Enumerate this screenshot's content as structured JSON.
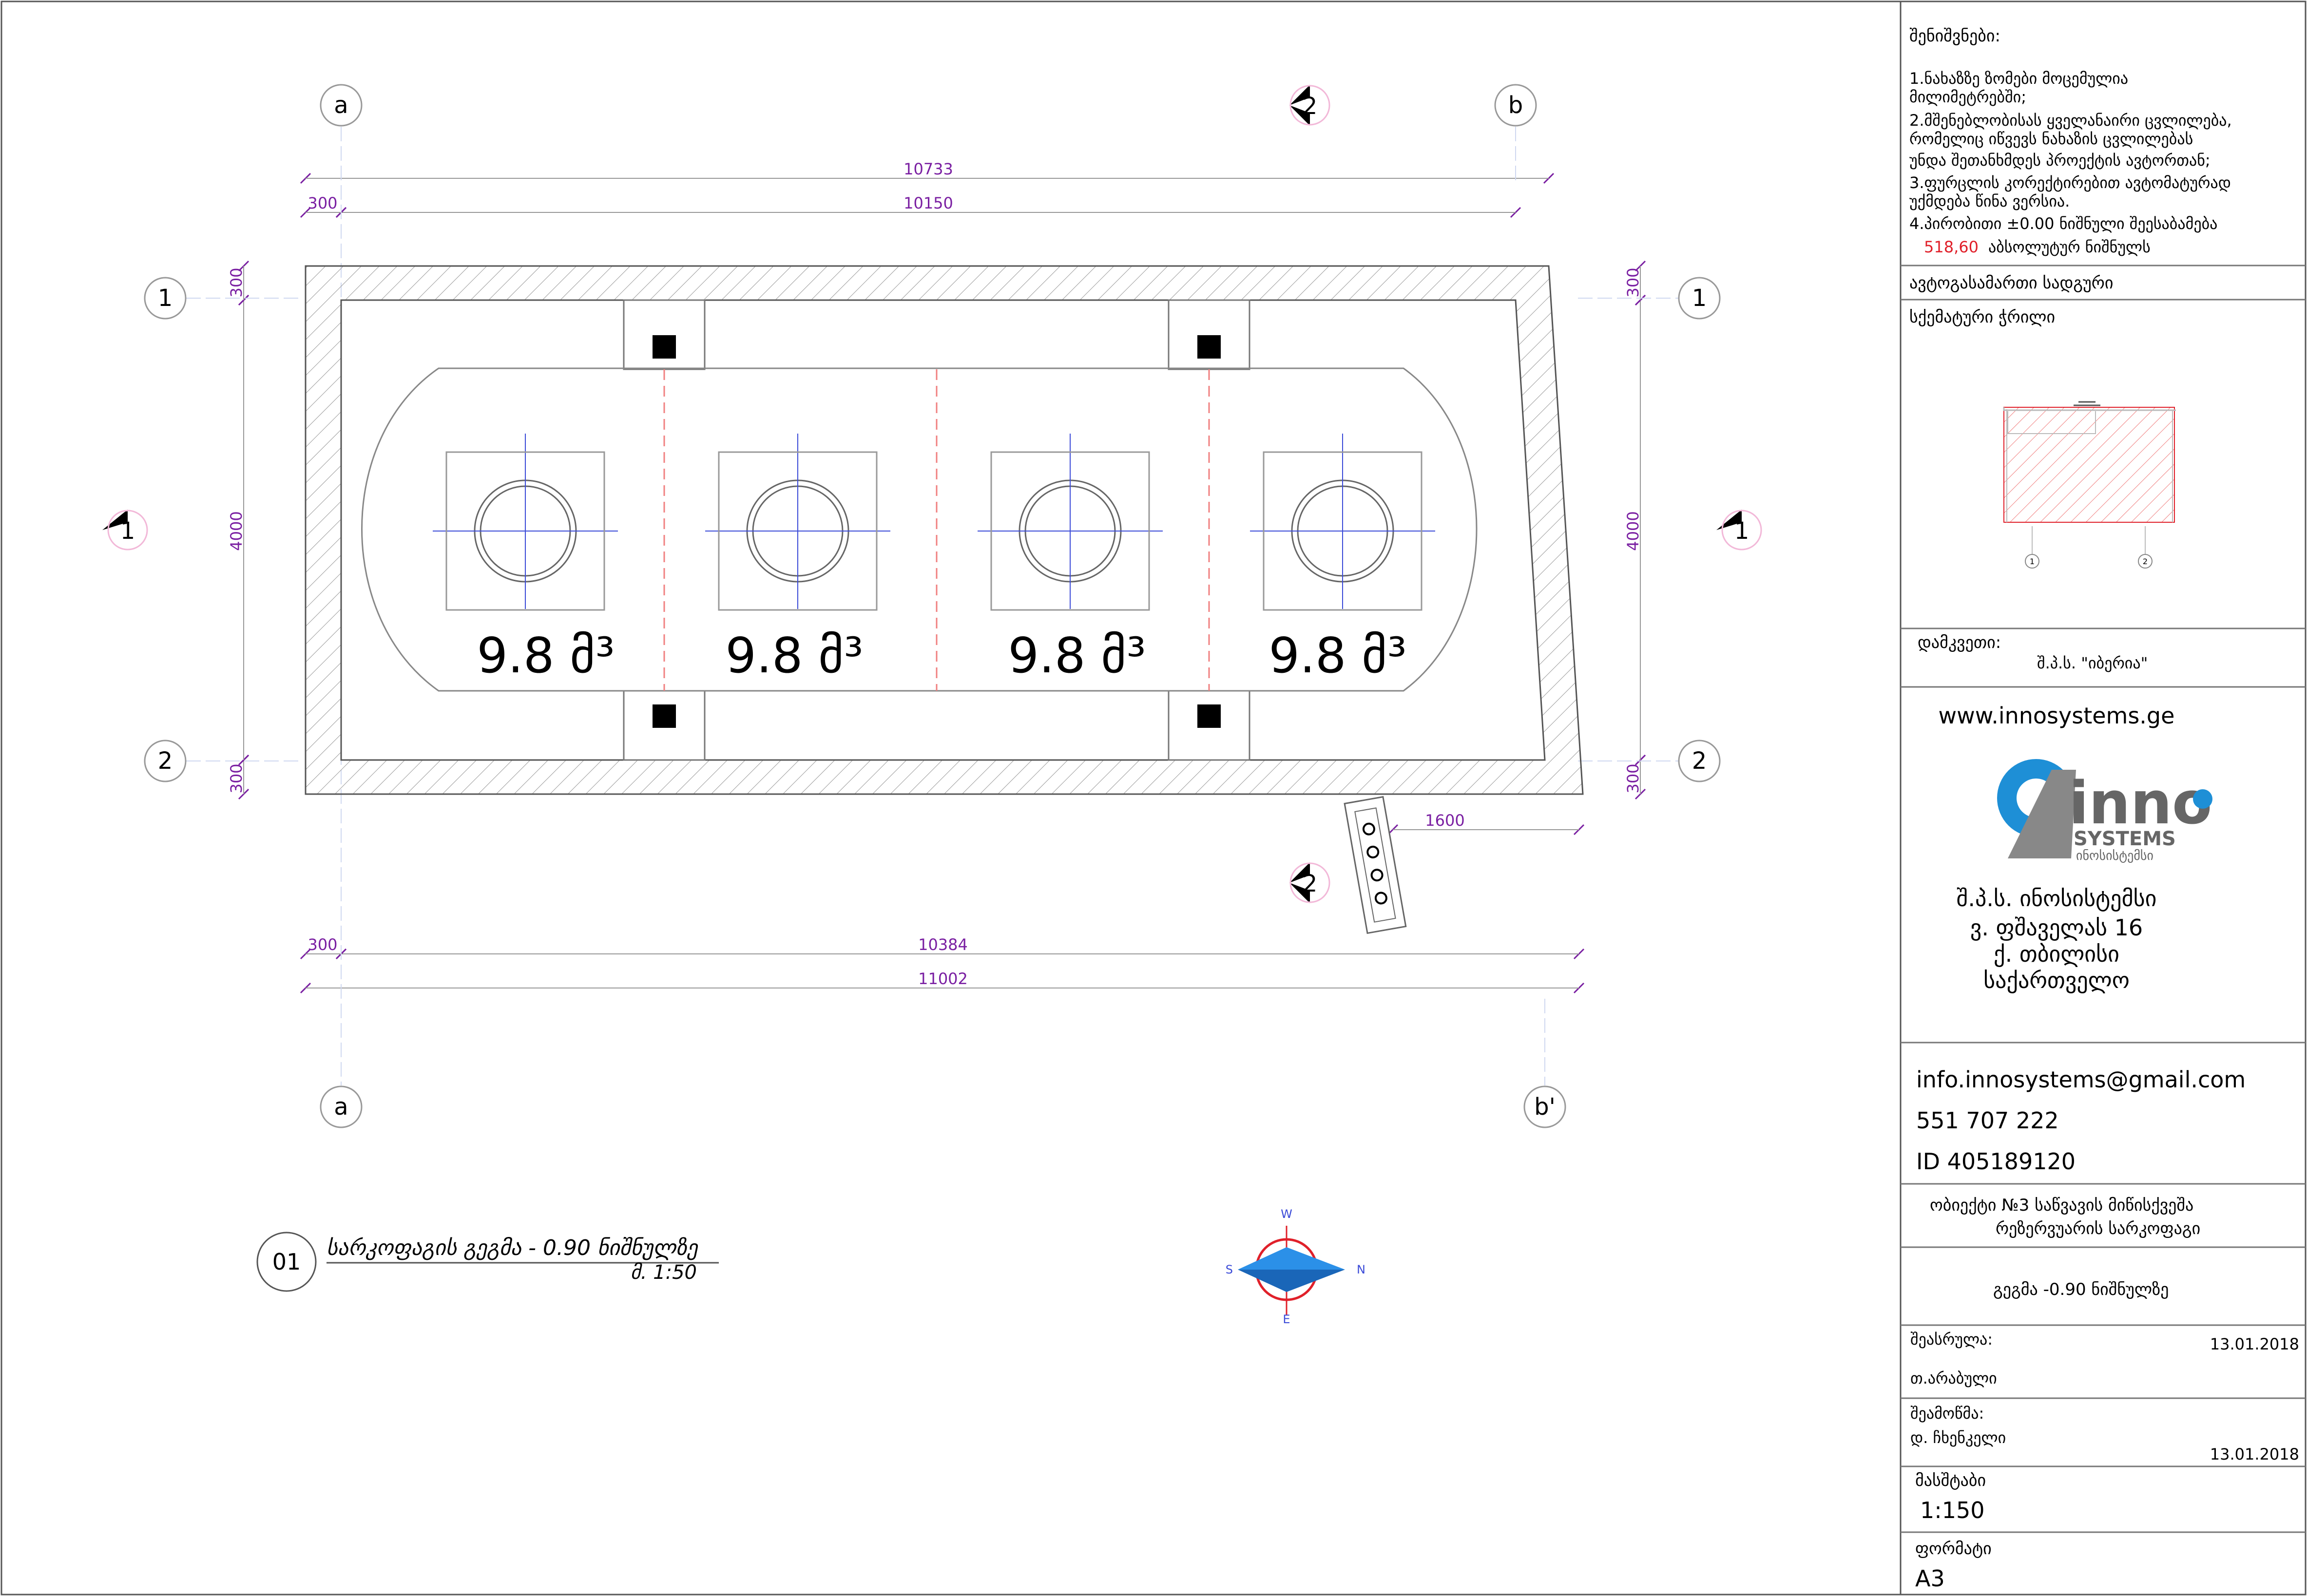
{
  "plan": {
    "title": "სარკოფაგის გეგმა - 0.90 ნიშნულზე",
    "scale": "მ. 1:50",
    "number": "01",
    "axis_letters": {
      "top_left": "a",
      "top_right": "b",
      "bottom_left": "a",
      "bottom_right": "b'"
    },
    "axis_numbers": {
      "row1": "1",
      "row2": "2"
    },
    "section_marks": {
      "s1": "1",
      "s2": "2"
    },
    "dims": {
      "top_total": "10733",
      "top_wall": "300",
      "top_inner": "10150",
      "bottom_wall": "300",
      "bottom_inner": "10384",
      "bottom_total": "11002",
      "left_top": "300",
      "left_mid": "4000",
      "left_bot": "300",
      "right_top": "300",
      "right_mid": "4000",
      "right_bot": "300",
      "pipe": "1600"
    },
    "tanks": [
      {
        "volume": "9.8 მ³"
      },
      {
        "volume": "9.8 მ³"
      },
      {
        "volume": "9.8 მ³"
      },
      {
        "volume": "9.8 მ³"
      }
    ],
    "compass": {
      "n": "N",
      "s": "S",
      "e": "E",
      "w": "W"
    }
  },
  "titleblock": {
    "notes_title": "შენიშვნები:",
    "notes": [
      "1.ნახაზზე ზომები მოცემულია",
      "   მილიმეტრებში;",
      "2.მშენებლობისას ყველანაირი ცვლილება,",
      "  რომელიც იწვევს  ნახაზის ცვლილებას",
      "  უნდა შეთანხმდეს  პროექტის   ავტორთან;",
      "3.ფურცლის კორექტირებით ავტომატურად",
      "  უქმდება  წინა  ვერსია.",
      "4.პირობითი ±0.00 ნიშნული შეესაბამება"
    ],
    "level_value": "518,60",
    "level_text": "აბსოლუტურ ნიშნულს",
    "purpose": "ავტოგასამართი სადგური",
    "schematic_title": "სქემატური ჭრილი",
    "schematic_axes": [
      "1",
      "2"
    ],
    "client_label": "დამკვეთი:",
    "client_name": "შ.პ.ს. \"იბერია\"",
    "website": "www.innosystems.ge",
    "logo_main": "inno",
    "logo_sub": "SYSTEMS",
    "logo_sub_geo": "ინოსისტემსი",
    "company": "შ.პ.ს. ინოსისტემსი",
    "address1": "ვ. ფშაველას 16",
    "address2": "ქ. თბილისი",
    "address3": "საქართველო",
    "email": "info.innosystems@gmail.com",
    "phone": "551 707 222",
    "id": "ID 405189120",
    "object_line1": "ობიექტი №3 საწვავის მიწისქვეშა",
    "object_line2": "რეზერვუარის სარკოფაგი",
    "sheet_title": "გეგმა  -0.90 ნიშნულზე",
    "done_label": "შეასრულა:",
    "done_date": "13.01.2018",
    "done_name": "თ.არაბული",
    "checked_label": "შეამოწმა:",
    "checked_name": "დ. ჩხენკელი",
    "checked_date": "13.01.2018",
    "scale_label": "მასშტაბი",
    "scale_value": "1:150",
    "format_label": "ფორმატი",
    "format_value": "A3"
  },
  "colors": {
    "dimension": "#7a1fa2",
    "axis_blue": "#3b4bd8",
    "center_red": "#f08080",
    "logo_blue": "#1e8fd6",
    "compass_red": "#e0202a"
  }
}
